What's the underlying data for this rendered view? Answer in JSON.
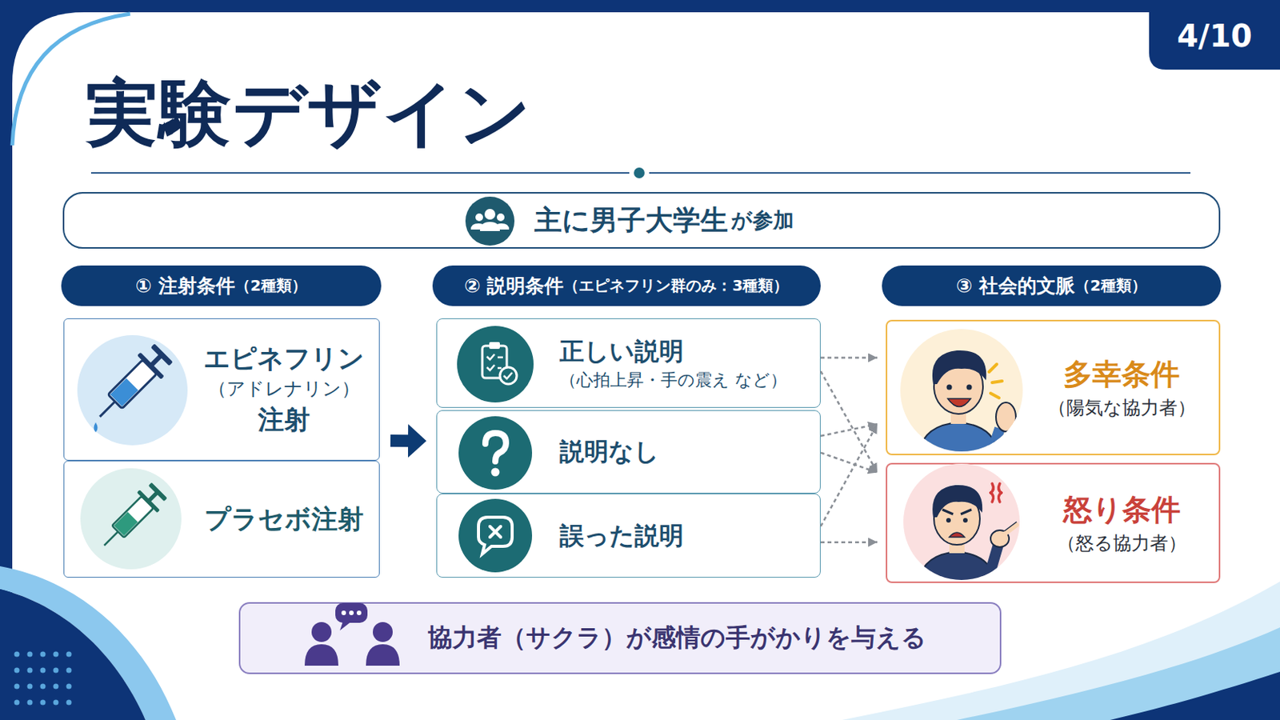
{
  "diagram": {
    "title": "実験デザイン",
    "nodes": [
      {
        "text": [
          "主に男子大学生",
          "が参加"
        ]
      },
      {
        "text": [
          "① 注射条件",
          "（2種類）"
        ]
      },
      {
        "text": [
          "② 説明条件",
          "（エピネフリン群のみ：3種類）"
        ]
      },
      {
        "text": [
          "③ 社会的文脈",
          "（2種類）"
        ]
      },
      {
        "text": [
          "エピネフリン",
          "（アドレナリン）",
          "注射"
        ]
      },
      {
        "text": [
          "プラセボ注射"
        ]
      },
      {
        "text": [
          "正しい説明",
          "（心拍上昇・手の震え など）"
        ]
      },
      {
        "text": [
          "説明なし"
        ]
      },
      {
        "text": [
          "誤った説明"
        ]
      },
      {
        "text": [
          "多幸条件",
          "（陽気な協力者）"
        ]
      },
      {
        "text": [
          "怒り条件",
          "（怒る協力者）"
        ]
      },
      {
        "text": [
          "協力者（サクラ）が感情の手がかりを与える"
        ]
      }
    ],
    "edges": [
      {
        "from": 4,
        "to": 7,
        "arrow": "to"
      },
      {
        "from": 6,
        "to": 9,
        "arrow": "to"
      },
      {
        "from": 6,
        "to": 10,
        "arrow": "to"
      },
      {
        "from": 7,
        "to": 9,
        "arrow": "to"
      },
      {
        "from": 7,
        "to": 10,
        "arrow": "to"
      },
      {
        "from": 8,
        "to": 9,
        "arrow": "to"
      },
      {
        "from": 8,
        "to": 10,
        "arrow": "to"
      }
    ],
    "labels": [
      "4/10"
    ]
  }
}
